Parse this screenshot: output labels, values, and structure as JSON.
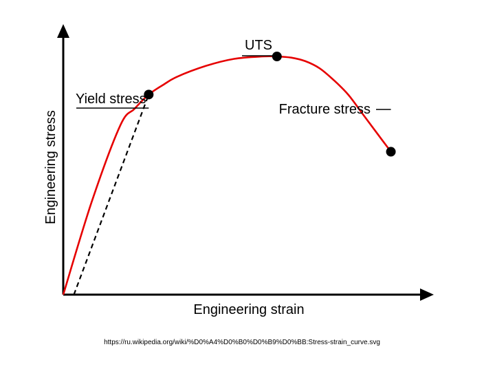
{
  "chart_data": {
    "type": "line",
    "title": "",
    "xlabel": "Engineering strain",
    "ylabel": "Engineering stress",
    "xlim": [
      0,
      100
    ],
    "ylim": [
      0,
      100
    ],
    "grid": false,
    "curve_color": "#e60000",
    "offset_color": "#000000",
    "series": [
      {
        "style": "solid",
        "x": [
          0,
          8,
          16,
          20,
          24,
          28,
          32,
          40,
          48,
          56,
          60,
          64,
          68,
          72,
          76,
          80,
          84,
          88,
          92
        ],
        "y": [
          0,
          39,
          71,
          78,
          84,
          88,
          91.5,
          96,
          99,
          100,
          100,
          99.5,
          98,
          95,
          90,
          84,
          76,
          68,
          60
        ]
      },
      {
        "style": "dashed",
        "x": [
          3,
          24
        ],
        "y": [
          0,
          84
        ]
      }
    ],
    "annotations": [
      {
        "label": "Yield stress",
        "x": 24,
        "y": 84,
        "side": "left"
      },
      {
        "label": "UTS",
        "x": 60,
        "y": 100,
        "side": "left"
      },
      {
        "label": "Fracture stress",
        "x": 92,
        "y": 60,
        "side": "left"
      }
    ]
  },
  "source_url": "https://ru.wikipedia.org/wiki/%D0%A4%D0%B0%D0%B9%D0%BB:Stress-strain_curve.svg"
}
